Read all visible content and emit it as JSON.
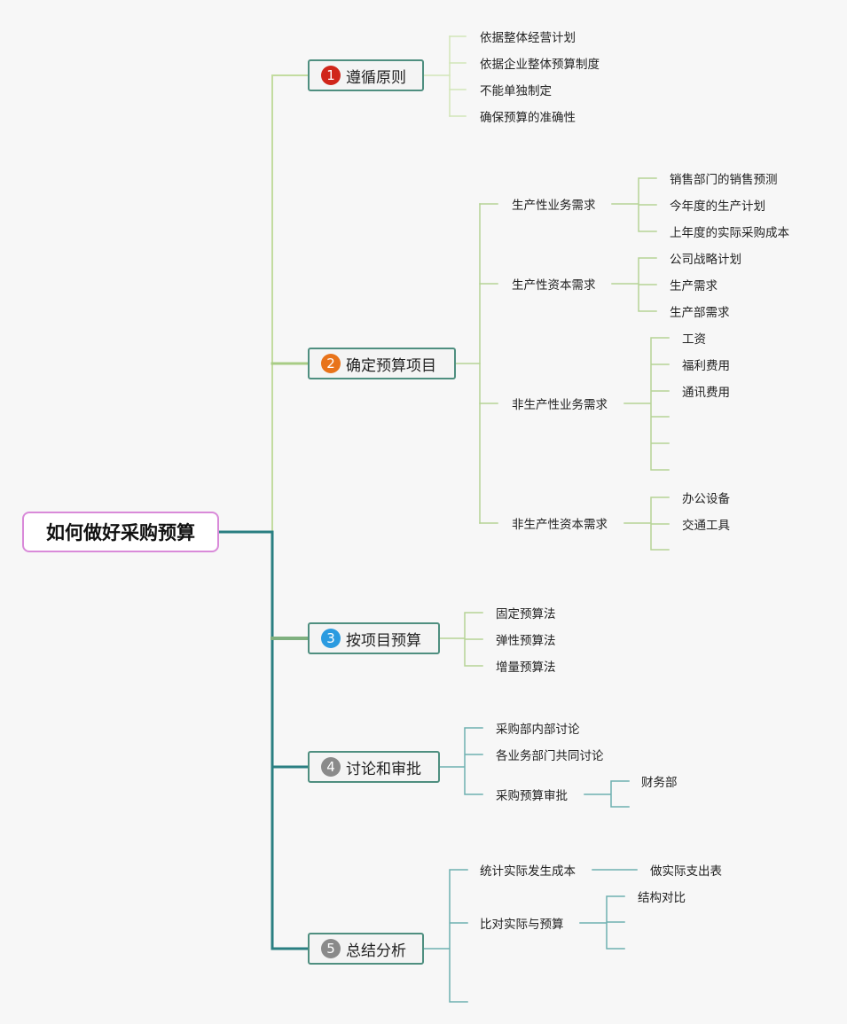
{
  "root": "如何做好采购预算",
  "colors": {
    "red": "#d0261a",
    "orange": "#e8731a",
    "blue": "#2b9be0",
    "gray": "#8a8a8a",
    "teal": "#2a7f82",
    "lightgreen": "#c9e0a9"
  },
  "branches": [
    {
      "num": "1",
      "label": "遵循原则",
      "children": [
        "依据整体经营计划",
        "依据企业整体预算制度",
        "不能单独制定",
        "确保预算的准确性"
      ]
    },
    {
      "num": "2",
      "label": "确定预算项目",
      "children": [
        {
          "label": "生产性业务需求",
          "children": [
            "销售部门的销售预测",
            "今年度的生产计划",
            "上年度的实际采购成本"
          ]
        },
        {
          "label": "生产性资本需求",
          "children": [
            "公司战略计划",
            "生产需求",
            "生产部需求"
          ]
        },
        {
          "label": "非生产性业务需求",
          "children": [
            "工资",
            "福利费用",
            "通讯费用"
          ]
        },
        {
          "label": "非生产性资本需求",
          "children": [
            "办公设备",
            "交通工具"
          ]
        }
      ]
    },
    {
      "num": "3",
      "label": "按项目预算",
      "children": [
        "固定预算法",
        "弹性预算法",
        "增量预算法"
      ]
    },
    {
      "num": "4",
      "label": "讨论和审批",
      "children": [
        "采购部内部讨论",
        "各业务部门共同讨论",
        {
          "label": "采购预算审批",
          "children": [
            "财务部"
          ]
        }
      ]
    },
    {
      "num": "5",
      "label": "总结分析",
      "children": [
        {
          "label": "统计实际发生成本",
          "children": [
            "做实际支出表"
          ]
        },
        {
          "label": "比对实际与预算",
          "children": [
            "结构对比"
          ]
        }
      ]
    }
  ]
}
